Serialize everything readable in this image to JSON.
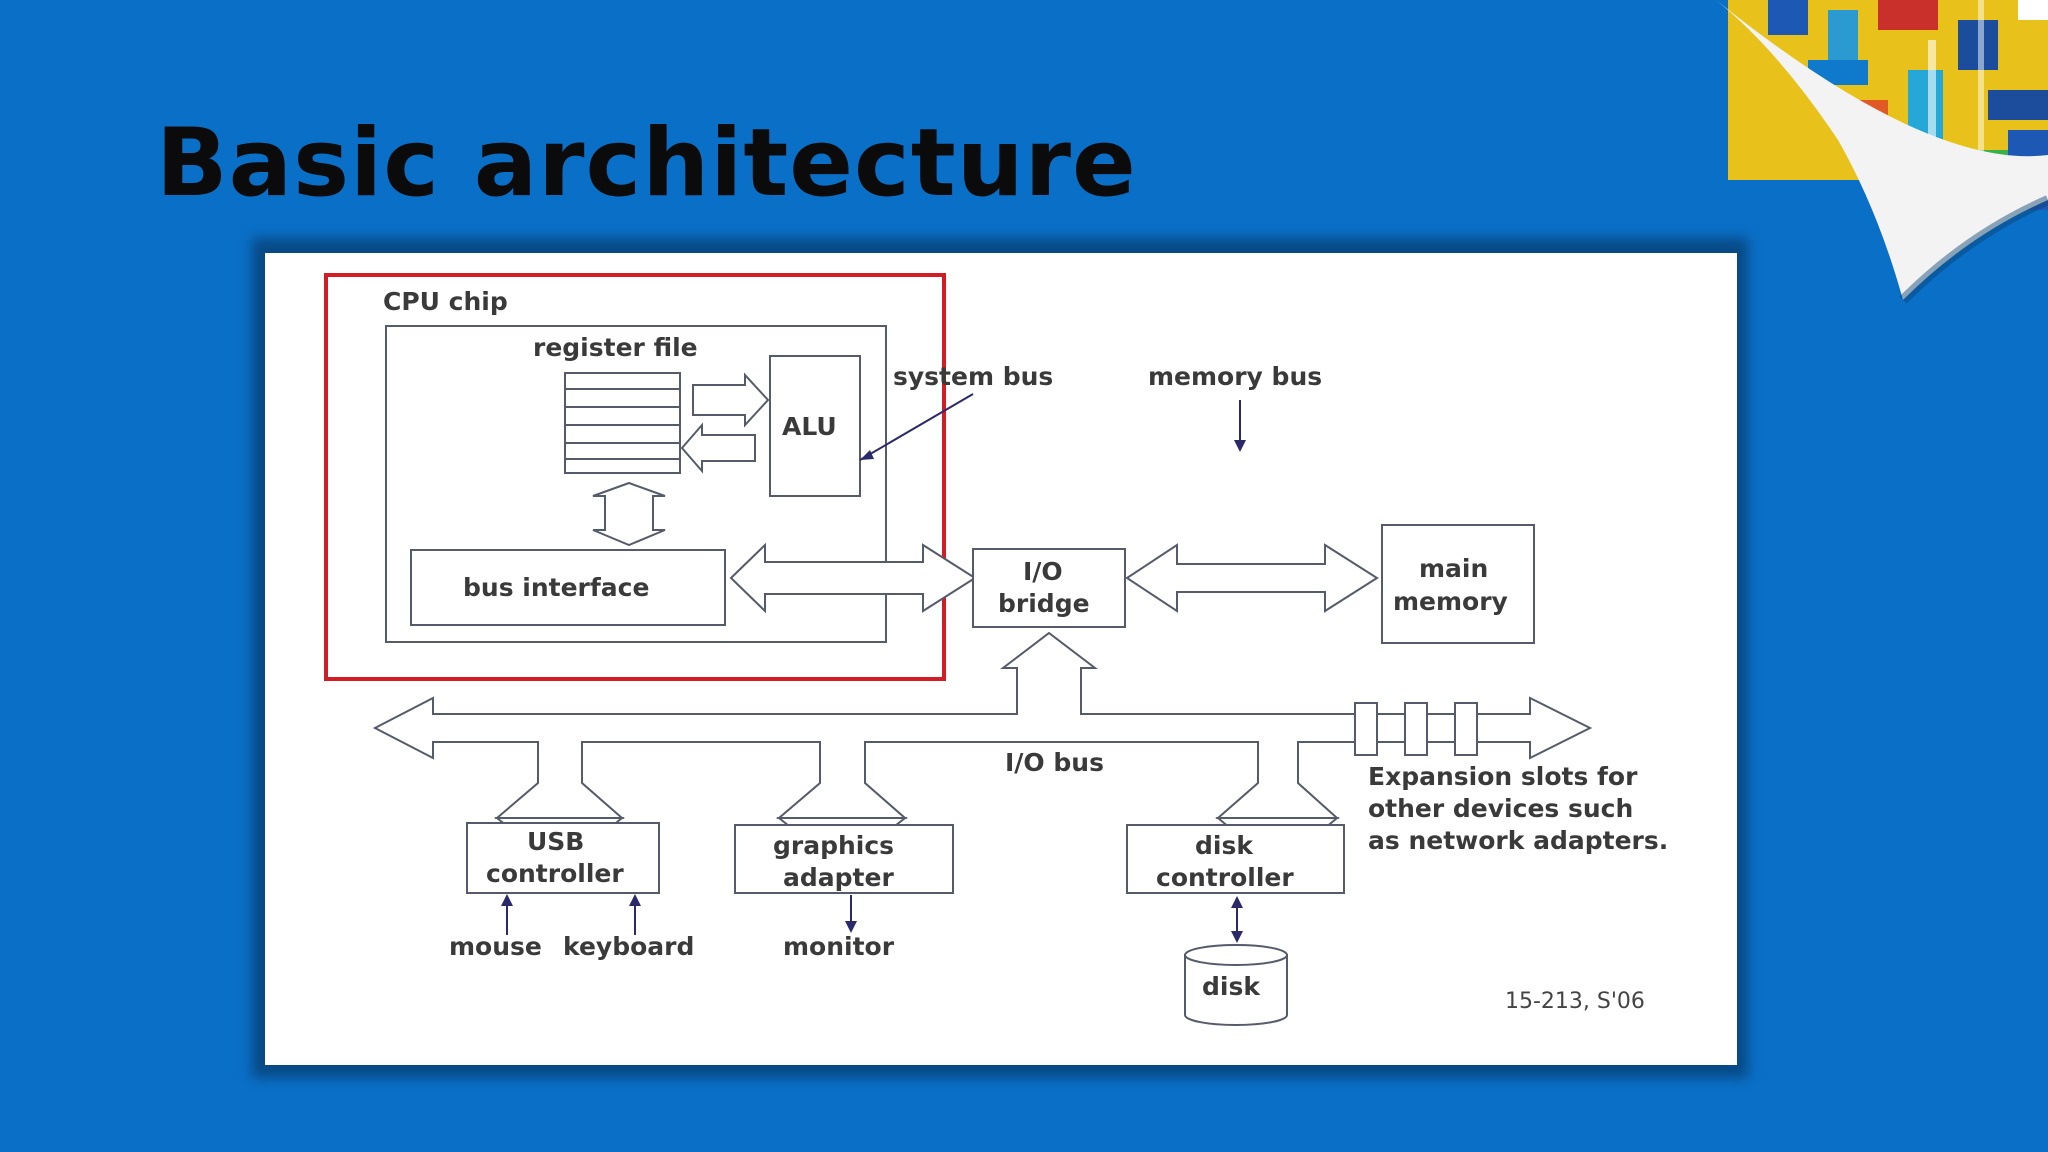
{
  "slide": {
    "title": "Basic architecture"
  },
  "colors": {
    "background": "#0a6fc6",
    "cpu_outline": "#d41c24",
    "diagram_lines": "#555b6a"
  },
  "diagram": {
    "cpu_chip": "CPU chip",
    "register_file": "register file",
    "alu": "ALU",
    "bus_interface": "bus interface",
    "system_bus": "system bus",
    "memory_bus": "memory bus",
    "io_bridge_line1": "I/O",
    "io_bridge_line2": "bridge",
    "main_memory_line1": "main",
    "main_memory_line2": "memory",
    "io_bus": "I/O bus",
    "expansion_line1": "Expansion slots for",
    "expansion_line2": "other devices such",
    "expansion_line3": "as network adapters.",
    "usb_line1": "USB",
    "usb_line2": "controller",
    "graphics_line1": "graphics",
    "graphics_line2": "adapter",
    "disk_ctrl_line1": "disk",
    "disk_ctrl_line2": "controller",
    "mouse": "mouse",
    "keyboard": "keyboard",
    "monitor": "monitor",
    "disk": "disk",
    "credit": "15-213, S'06"
  }
}
